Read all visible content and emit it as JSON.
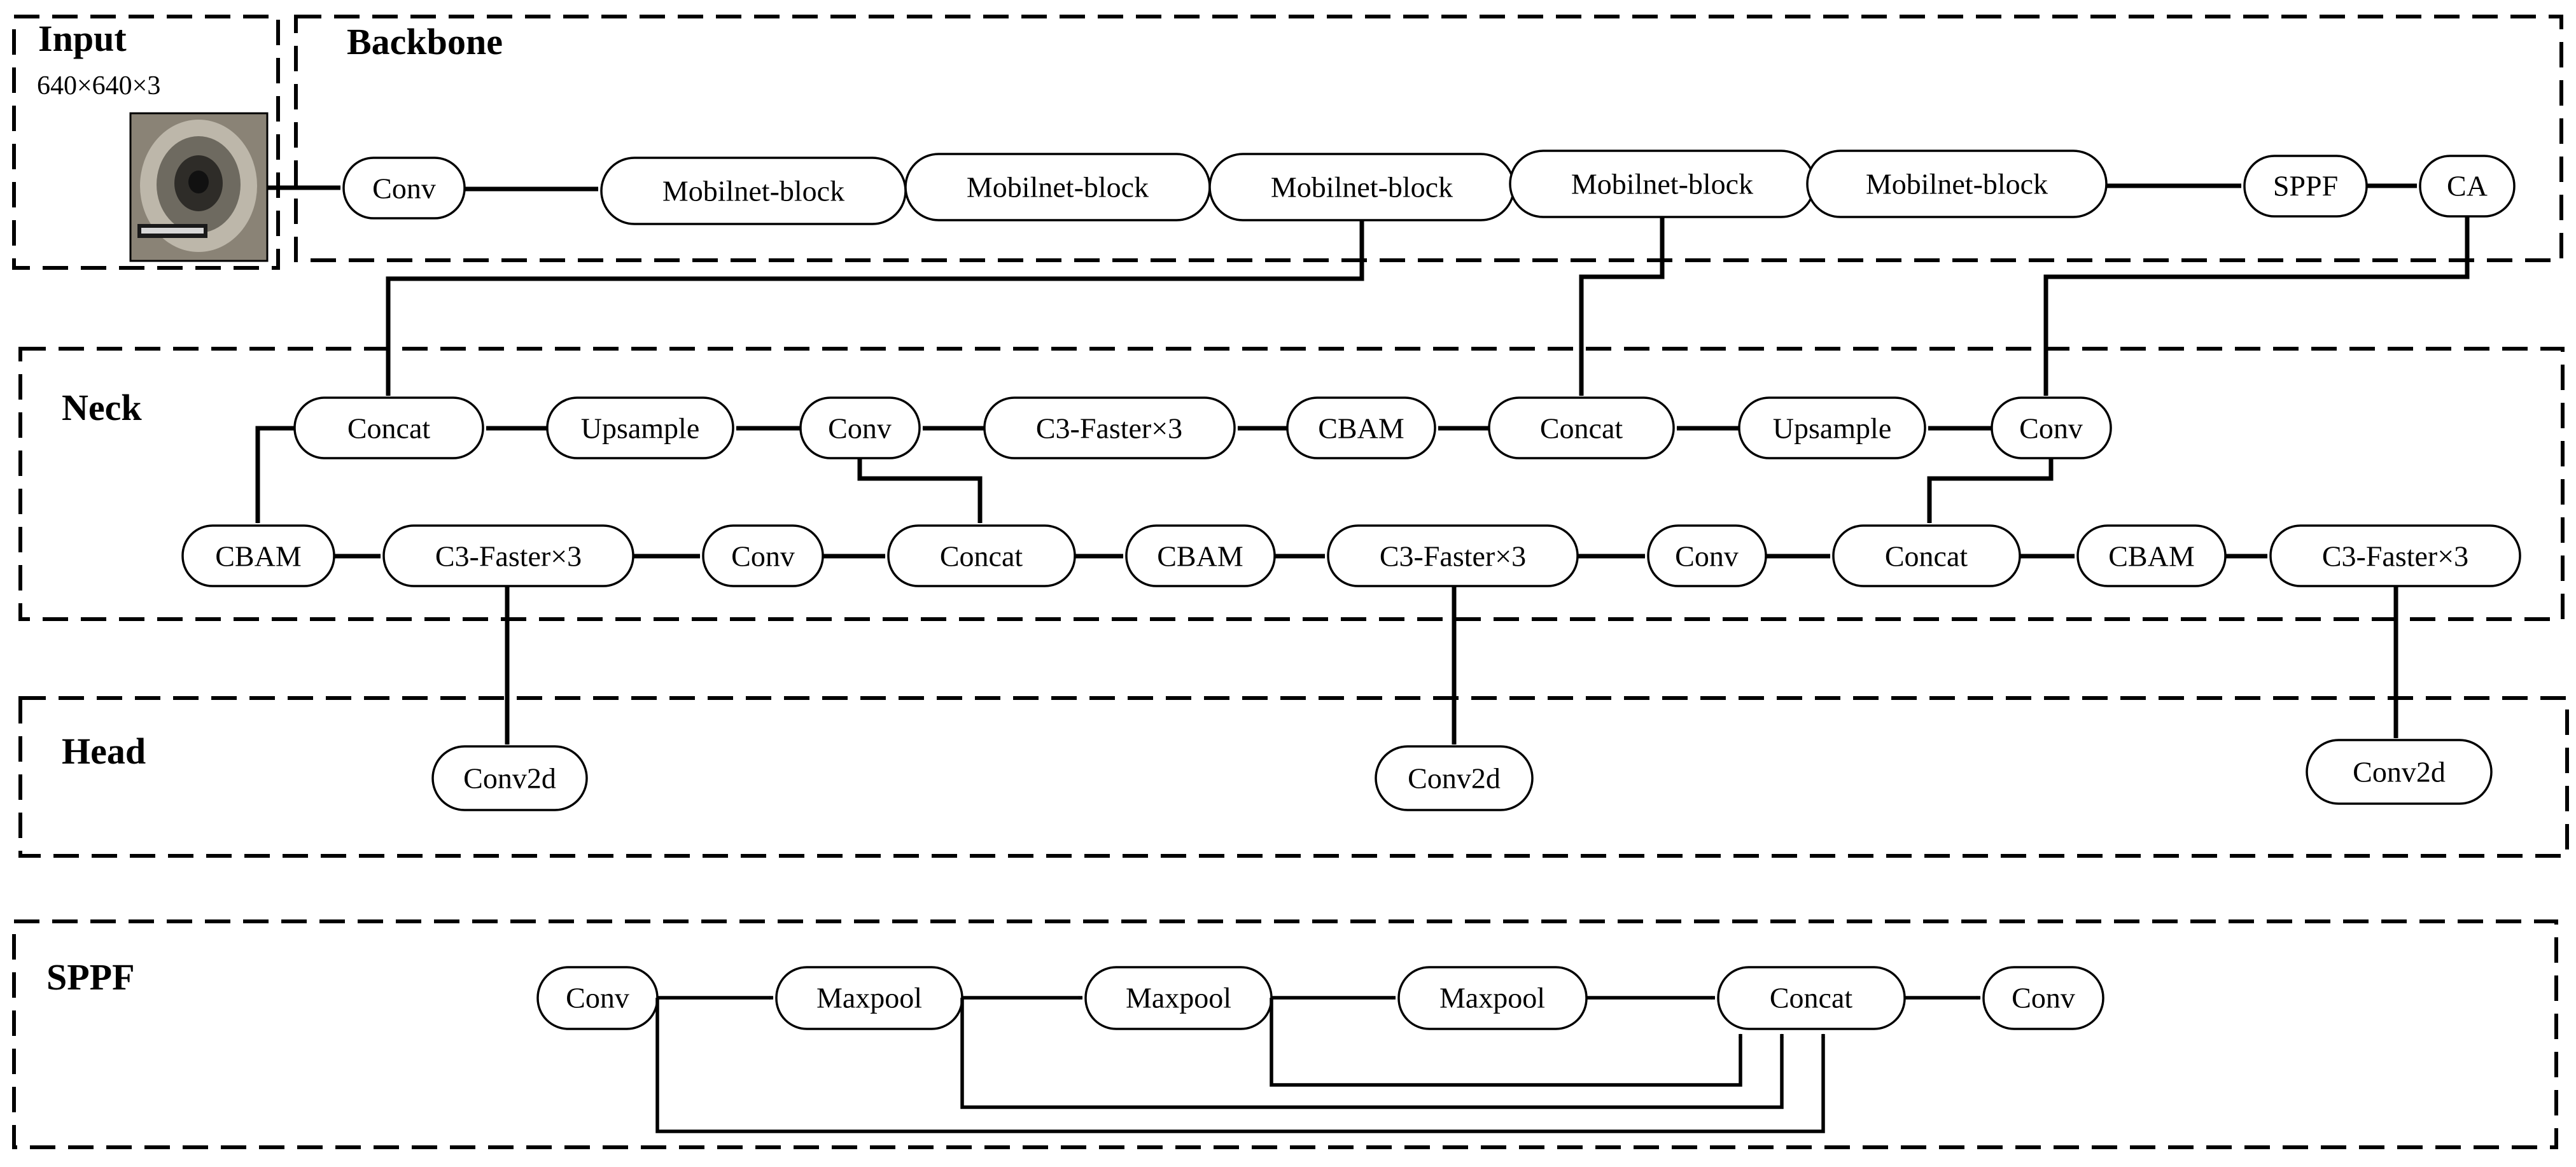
{
  "panels": {
    "input": {
      "title": "Input",
      "size": "640×640×3"
    },
    "backbone": {
      "title": "Backbone"
    },
    "neck": {
      "title": "Neck"
    },
    "head": {
      "title": "Head"
    },
    "sppf": {
      "title": "SPPF"
    }
  },
  "backbone": {
    "conv": "Conv",
    "blocks": [
      "Mobilnet-block",
      "Mobilnet-block",
      "Mobilnet-block",
      "Mobilnet-block",
      "Mobilnet-block"
    ],
    "sppf": "SPPF",
    "ca": "CA"
  },
  "neck": {
    "top_row": [
      "Concat",
      "Upsample",
      "Conv",
      "C3-Faster×3",
      "CBAM",
      "Concat",
      "Upsample",
      "Conv"
    ],
    "bottom_row": [
      "CBAM",
      "C3-Faster×3",
      "Conv",
      "Concat",
      "CBAM",
      "C3-Faster×3",
      "Conv",
      "Concat",
      "CBAM",
      "C3-Faster×3"
    ]
  },
  "head": {
    "outputs": [
      "Conv2d",
      "Conv2d",
      "Conv2d"
    ]
  },
  "sppf_module": {
    "nodes": [
      "Conv",
      "Maxpool",
      "Maxpool",
      "Maxpool",
      "Concat",
      "Conv"
    ]
  }
}
